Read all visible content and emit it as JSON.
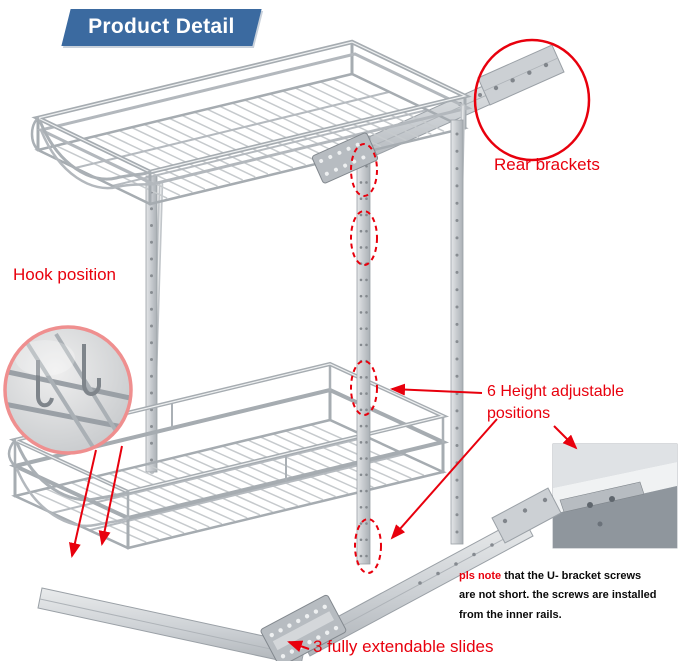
{
  "banner": {
    "title": "Product Detail"
  },
  "labels": {
    "rear_brackets": "Rear brackets",
    "hook_position": "Hook position",
    "height_line1": "6 Height adjustable",
    "height_line2": "positions",
    "slides": "3 fully extendable slides"
  },
  "note": {
    "highlight": "pls note",
    "line1_rest": " that the U- bracket screws",
    "line2": "are not short.  the screws are installed",
    "line3": "from the inner rails."
  },
  "colors": {
    "banner_bg": "#3b6aa0",
    "banner_text": "#ffffff",
    "accent_red": "#e8000d",
    "chrome_light": "#e2e4e6",
    "chrome_mid": "#b7bcc1",
    "chrome_dark": "#9aa0a6"
  }
}
